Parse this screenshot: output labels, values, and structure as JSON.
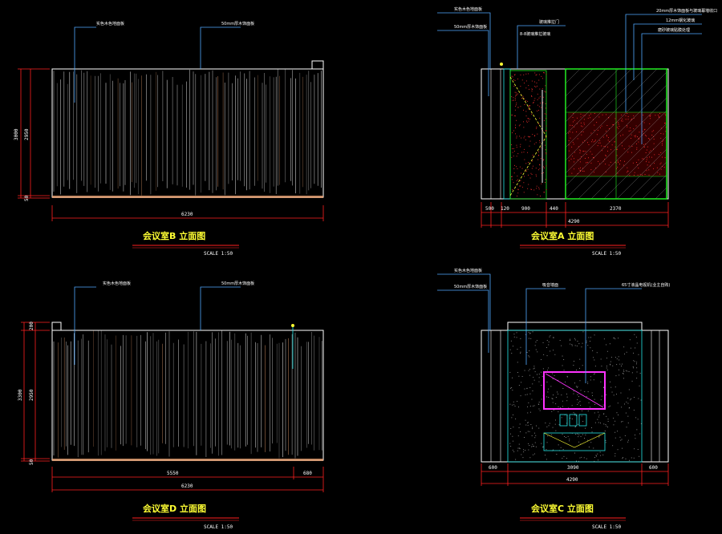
{
  "colors": {
    "background": "#000000",
    "panel_line": "#ffffff",
    "dim_line": "#ff2020",
    "leader": "#4fa8ff",
    "cyan": "#22e6e6",
    "green": "#22ee22",
    "magenta": "#ff33ff",
    "yellow": "#ffff33",
    "floor": "#e8a070"
  },
  "views": [
    {
      "id": "B",
      "title": "会议室B 立面图",
      "scale": "SCALE 1:50",
      "dims_bottom": [
        "6230"
      ],
      "dims_left": [
        "3000",
        "2950",
        "50"
      ],
      "notes": [
        "实色木色地面板",
        "50mm厚木饰面板"
      ]
    },
    {
      "id": "A",
      "title": "会议室A 立面图",
      "scale": "SCALE 1:50",
      "dims_bottom": [
        "500",
        "120",
        "900",
        "440",
        "2370",
        "4290"
      ],
      "notes": [
        "实色木色地面板",
        "50mm厚木饰面板",
        "玻璃推拉门",
        "8-8玻璃推拉玻璃",
        "20mm厚木饰面板与玻璃幕墙收口",
        "12mm钢化玻璃",
        "磨砂玻璃贴膜处理"
      ]
    },
    {
      "id": "D",
      "title": "会议室D 立面图",
      "scale": "SCALE 1:50",
      "dims_bottom": [
        "5550",
        "680",
        "6230"
      ],
      "dims_left": [
        "200",
        "3300",
        "2950",
        "50"
      ],
      "notes": [
        "实色木色地面板",
        "50mm厚木饰面板"
      ]
    },
    {
      "id": "C",
      "title": "会议室C 立面图",
      "scale": "SCALE 1:50",
      "dims_bottom": [
        "600",
        "3090",
        "600",
        "4290"
      ],
      "notes": [
        "实色木色地面板",
        "50mm厚木饰面板",
        "吸音墙面",
        "65寸液晶电视机(业主自购)"
      ]
    }
  ]
}
